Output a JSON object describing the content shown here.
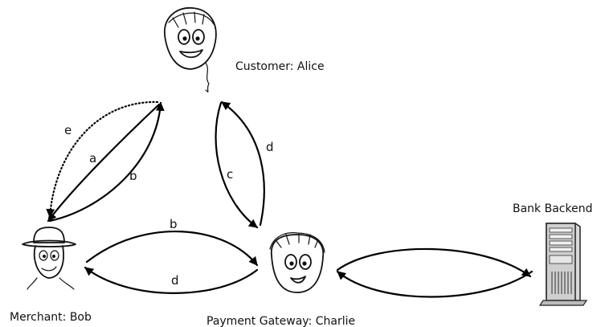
{
  "nodes": {
    "customer": {
      "label": "Customer: Alice",
      "icon": "girl-cartoon-icon"
    },
    "merchant": {
      "label": "Merchant: Bob",
      "icon": "cowboy-cartoon-icon"
    },
    "gateway": {
      "label": "Payment Gateway: Charlie",
      "icon": "boy-cartoon-icon"
    },
    "bank": {
      "label": "Bank Backend",
      "icon": "server-tower-icon"
    }
  },
  "edges": {
    "customer_merchant_e": "e",
    "customer_merchant_a": "a",
    "merchant_customer_b": "b",
    "customer_gateway_c": "c",
    "gateway_customer_d": "d",
    "merchant_gateway_b": "b",
    "gateway_merchant_d": "d"
  },
  "colors": {
    "ink": "#000000",
    "background": "#ffffff",
    "server_body": "#d9d9d9"
  }
}
